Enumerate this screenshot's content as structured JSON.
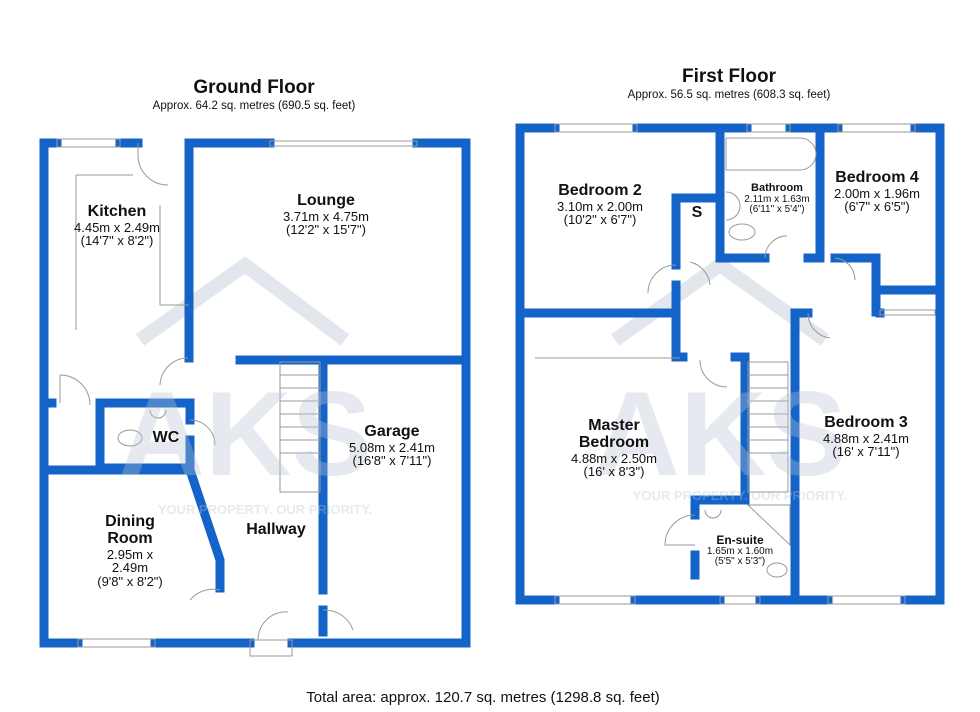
{
  "ground_floor": {
    "title": "Ground Floor",
    "area": "Approx. 64.2 sq. metres (690.5 sq. feet)",
    "rooms": [
      {
        "name": "Kitchen",
        "metric": "4.45m x 2.49m",
        "imperial": "(14'7\" x 8'2\")"
      },
      {
        "name": "Lounge",
        "metric": "3.71m x 4.75m",
        "imperial": "(12'2\" x 15'7\")"
      },
      {
        "name": "WC"
      },
      {
        "name": "Garage",
        "metric": "5.08m x 2.41m",
        "imperial": "(16'8\" x 7'11\")"
      },
      {
        "name": "Dining Room",
        "metric": "2.95m x 2.49m",
        "imperial": "(9'8\" x 8'2\")"
      },
      {
        "name": "Hallway"
      }
    ]
  },
  "first_floor": {
    "title": "First Floor",
    "area": "Approx. 56.5 sq. metres (608.3 sq. feet)",
    "rooms": [
      {
        "name": "Bedroom 2",
        "metric": "3.10m x 2.00m",
        "imperial": "(10'2\" x 6'7\")"
      },
      {
        "name": "S"
      },
      {
        "name": "Bathroom",
        "metric": "2.11m x 1.63m",
        "imperial": "(6'11\" x 5'4\")"
      },
      {
        "name": "Bedroom 4",
        "metric": "2.00m x 1.96m",
        "imperial": "(6'7\" x 6'5\")"
      },
      {
        "name": "Master Bedroom",
        "metric": "4.88m x 2.50m",
        "imperial": "(16' x 8'3\")"
      },
      {
        "name": "Bedroom 3",
        "metric": "4.88m x 2.41m",
        "imperial": "(16' x 7'11\")"
      },
      {
        "name": "En-suite",
        "metric": "1.65m x 1.60m",
        "imperial": "(5'5\" x 5'3\")"
      }
    ]
  },
  "watermark": {
    "logo": "AKS",
    "tagline": "YOUR PROPERTY. OUR PRIORITY."
  },
  "total_area": "Total area: approx. 120.7 sq. metres (1298.8 sq. feet)",
  "colors": {
    "wall": "#1463c8",
    "watermark": "#b8c6d6"
  }
}
